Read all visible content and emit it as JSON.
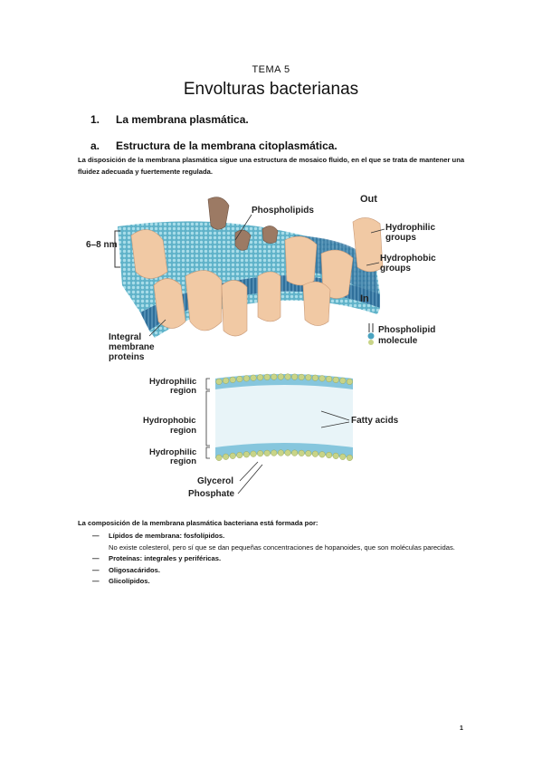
{
  "topic": "TEMA 5",
  "title": "Envolturas bacterianas",
  "section1": {
    "number": "1.",
    "text": "La membrana plasmática."
  },
  "section1a": {
    "number": "a.",
    "text": "Estructura de la membrana citoplasmática."
  },
  "intro": "La disposición de la membrana plasmática sigue una estructura de mosaico fluido, en el que se trata de mantener una fluidez adecuada y fuertemente regulada.",
  "figure_top": {
    "phospholipids": "Phospholipids",
    "out": "Out",
    "in": "In",
    "thickness": "6–8 nm",
    "hydrophilic_groups_1": "Hydrophilic",
    "hydrophilic_groups_2": "groups",
    "hydrophobic_groups_1": "Hydrophobic",
    "hydrophobic_groups_2": "groups",
    "integral_1": "Integral",
    "integral_2": "membrane",
    "integral_3": "proteins",
    "phospholipid_molecule_1": "Phospholipid",
    "phospholipid_molecule_2": "molecule"
  },
  "figure_bottom": {
    "hydrophilic_region_top_1": "Hydrophilic",
    "hydrophilic_region_top_2": "region",
    "hydrophobic_region_1": "Hydrophobic",
    "hydrophobic_region_2": "region",
    "hydrophilic_region_bottom_1": "Hydrophilic",
    "hydrophilic_region_bottom_2": "region",
    "fatty_acids": "Fatty acids",
    "glycerol": "Glycerol",
    "phosphate": "Phosphate"
  },
  "composition_intro": "La composición de la membrana plasmática bacteriana está formada por:",
  "list": [
    {
      "dash": "—",
      "text": "Lípidos de membrana: fosfolípidos."
    },
    {
      "dash": "—",
      "text": "Proteínas: integrales y periféricas."
    },
    {
      "dash": "—",
      "text": "Oligosacáridos."
    },
    {
      "dash": "—",
      "text": "Glicolípidos."
    }
  ],
  "list_sub": "No existe colesterol, pero sí que se dan pequeñas concentraciones de hopanoides, que son moléculas parecidas.",
  "page_number": "1",
  "colors": {
    "protein": "#f1c9a4",
    "protein_dark": "#8a6a56",
    "lipid_head": "#8fcfe0",
    "tail_zone": "#3f7fa8",
    "bead": "#c8d487"
  }
}
